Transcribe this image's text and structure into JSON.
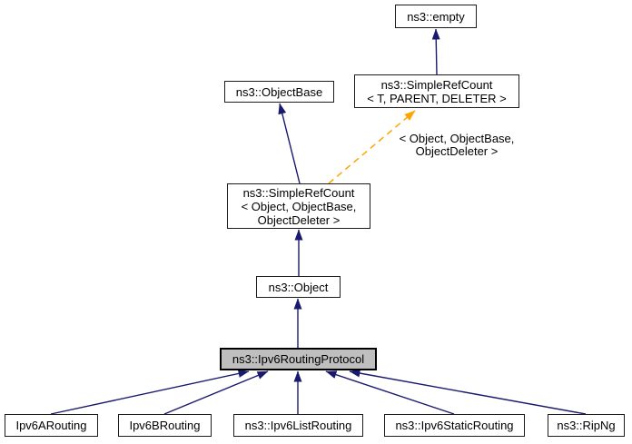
{
  "diagram": {
    "colors": {
      "background": "#ffffff",
      "inheritance_edge": "#191970",
      "template_edge": "#ffa500",
      "node_border": "#000000",
      "node_fill": "#ffffff",
      "current_node_fill": "#bfbfbf",
      "text": "#000000"
    },
    "nodes": {
      "empty": {
        "label": "ns3::empty"
      },
      "simple_ref_count_template": {
        "lines": [
          "ns3::SimpleRefCount",
          "< T, PARENT, DELETER >"
        ]
      },
      "object_base": {
        "label": "ns3::ObjectBase"
      },
      "simple_ref_count_object": {
        "lines": [
          "ns3::SimpleRefCount",
          "< Object, ObjectBase,",
          "ObjectDeleter >"
        ]
      },
      "object": {
        "label": "ns3::Object"
      },
      "ipv6_routing_protocol": {
        "label": "ns3::Ipv6RoutingProtocol"
      },
      "ipv6_a_routing": {
        "label": "Ipv6ARouting"
      },
      "ipv6_b_routing": {
        "label": "Ipv6BRouting"
      },
      "ipv6_list_routing": {
        "label": "ns3::Ipv6ListRouting"
      },
      "ipv6_static_routing": {
        "label": "ns3::Ipv6StaticRouting"
      },
      "rip_ng": {
        "label": "ns3::RipNg"
      }
    },
    "edge_label": {
      "lines": [
        "< Object, ObjectBase,",
        "ObjectDeleter >"
      ]
    }
  }
}
